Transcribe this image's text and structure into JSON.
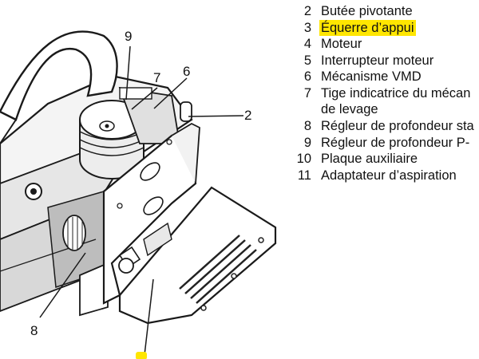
{
  "legend": {
    "items": [
      {
        "num": "2",
        "label": "Butée pivotante",
        "highlight": false
      },
      {
        "num": "3",
        "label": "Équerre d’appui",
        "highlight": true
      },
      {
        "num": "4",
        "label": "Moteur",
        "highlight": false
      },
      {
        "num": "5",
        "label": "Interrupteur moteur",
        "highlight": false
      },
      {
        "num": "6",
        "label": "Mécanisme VMD",
        "highlight": false
      },
      {
        "num": "7",
        "label": "Tige indicatrice du mécan",
        "continuation": "de levage",
        "highlight": false
      },
      {
        "num": "8",
        "label": "Régleur de profondeur sta",
        "highlight": false
      },
      {
        "num": "9",
        "label": "Régleur de profondeur P-",
        "highlight": false
      },
      {
        "num": "10",
        "label": "Plaque auxiliaire",
        "highlight": false
      },
      {
        "num": "11",
        "label": "Adaptateur d’aspiration",
        "highlight": false
      }
    ]
  },
  "callouts": {
    "c9": "9",
    "c7": "7",
    "c6": "6",
    "c2": "2",
    "c8": "8"
  },
  "colors": {
    "highlight": "#ffe600",
    "line": "#1a1a1a",
    "shade": "#d9d9d9"
  }
}
